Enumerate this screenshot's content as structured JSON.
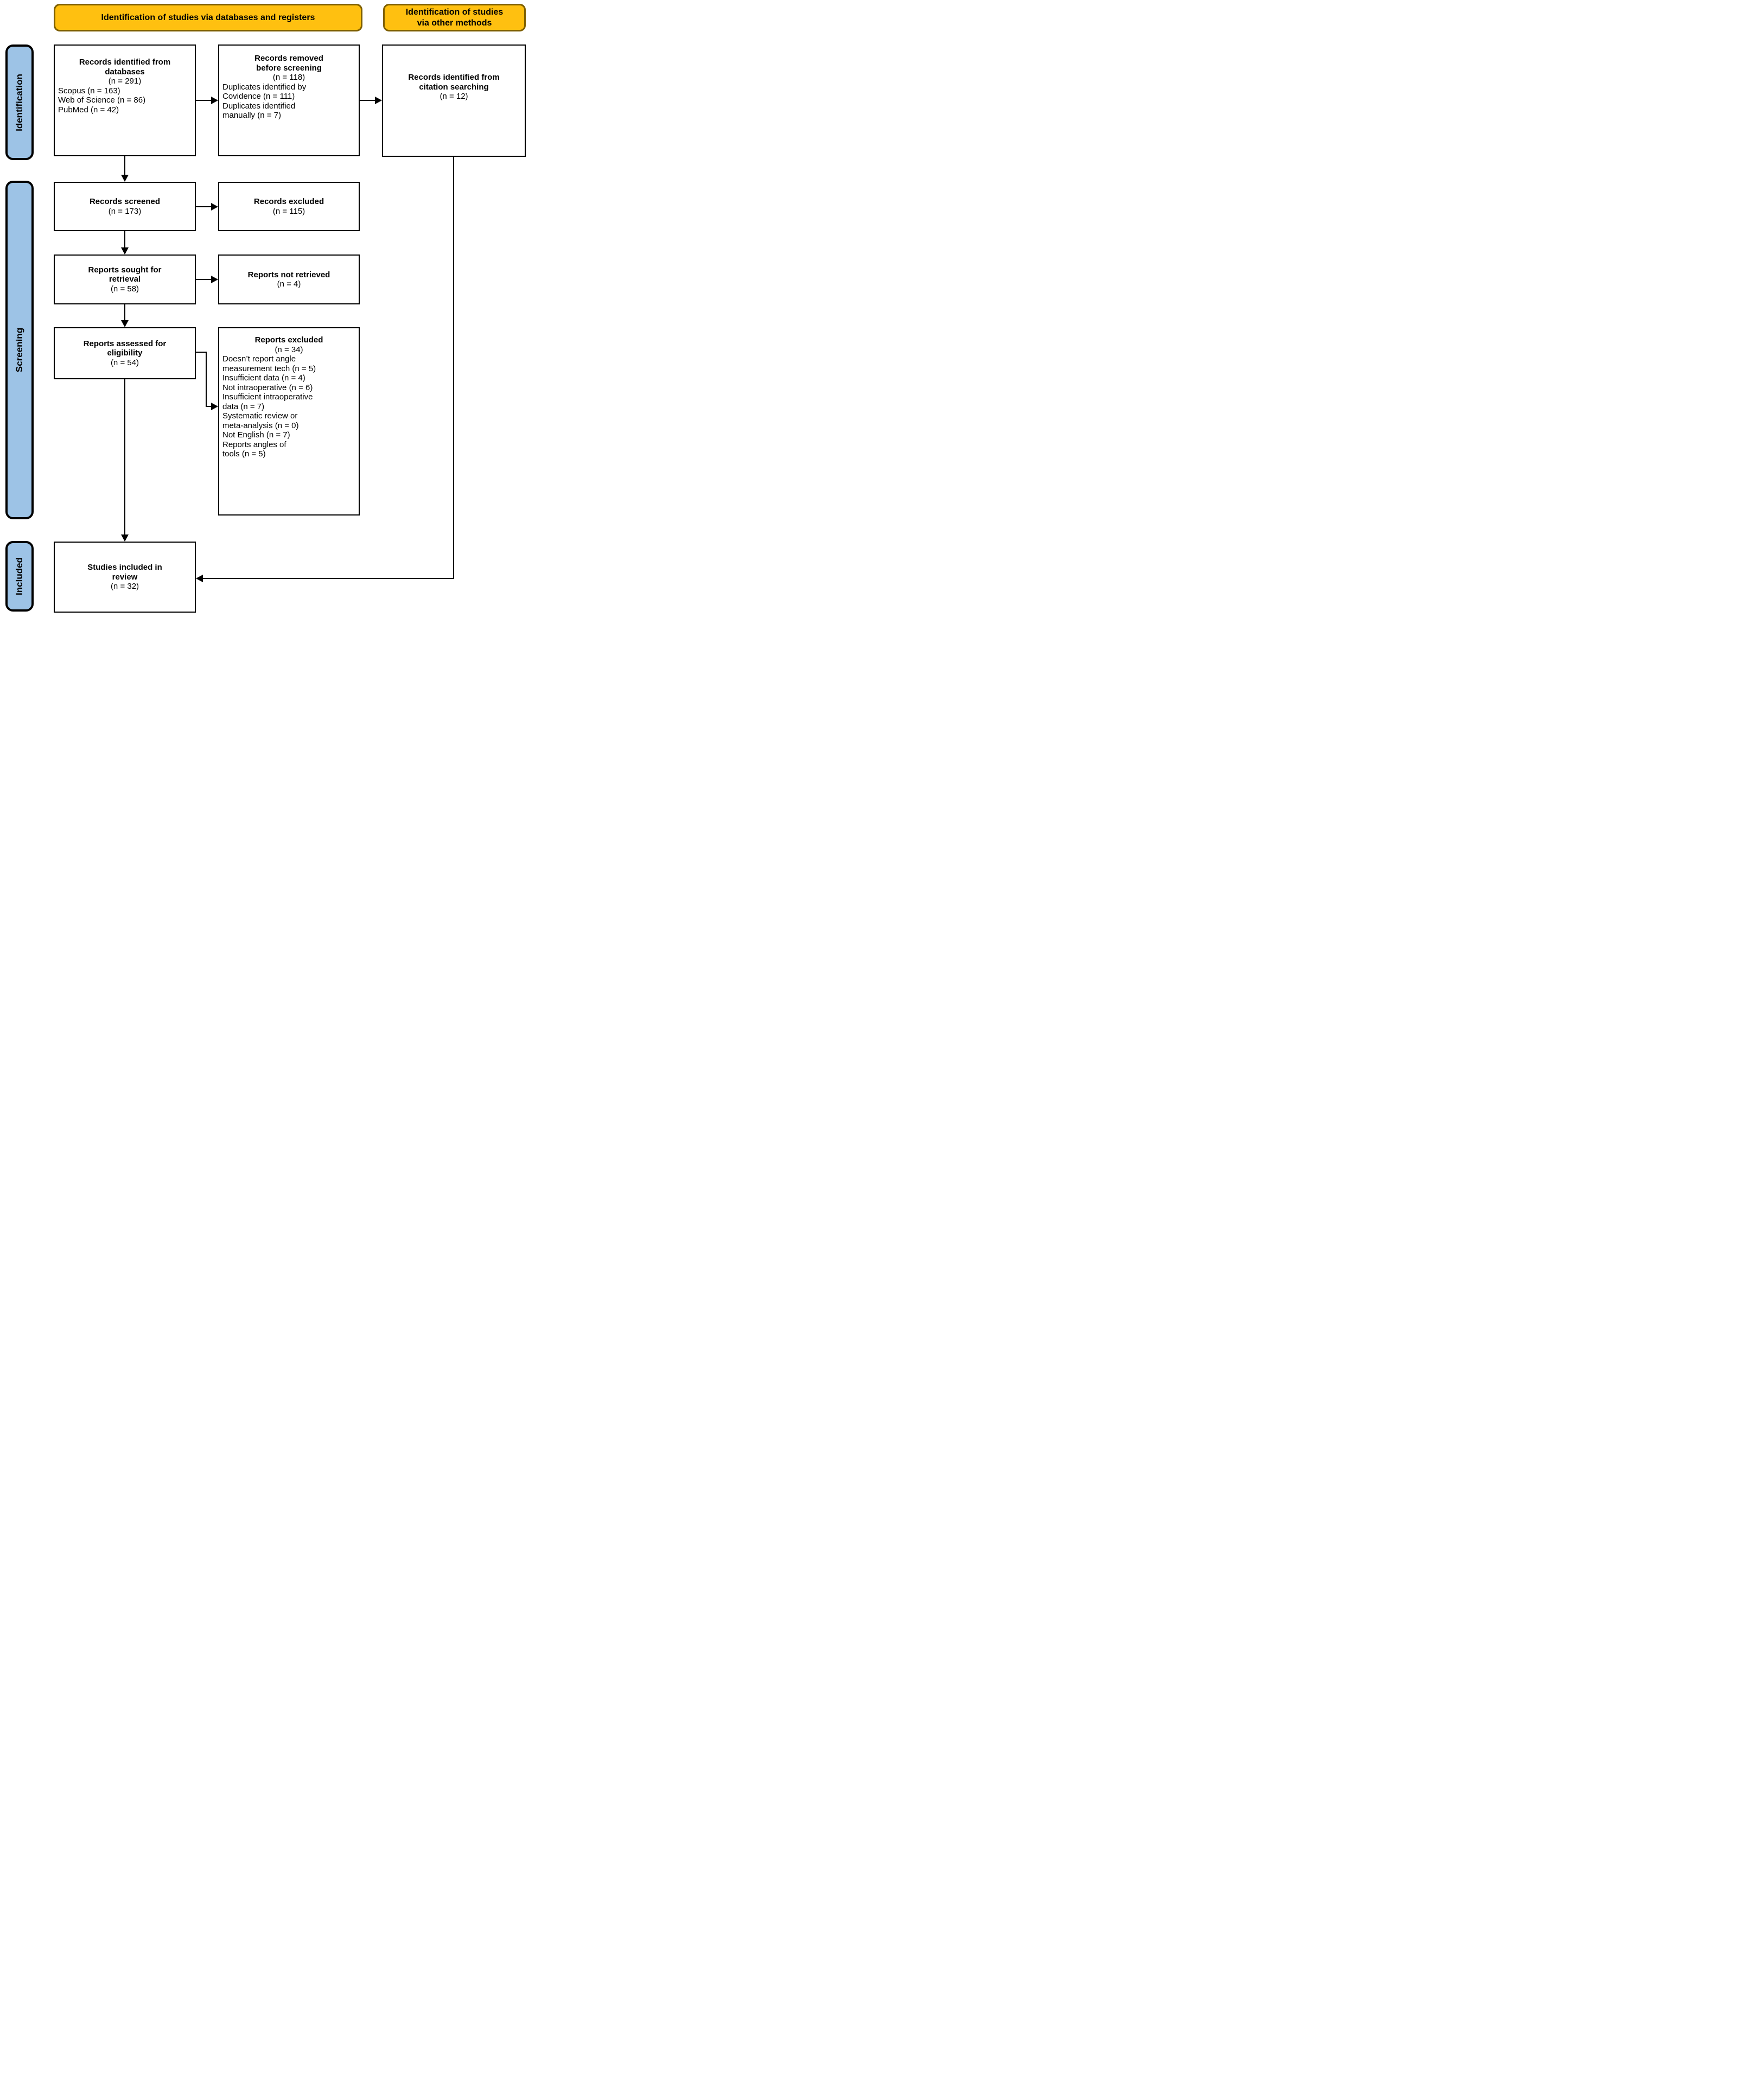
{
  "headers": {
    "primary": "Identification of studies via databases and registers",
    "secondary_lines": [
      "Identification of studies",
      "via other methods"
    ]
  },
  "sidebar": {
    "identification": "Identification",
    "screening": "Screening",
    "included": "Included"
  },
  "boxes": {
    "records_identified": {
      "title_lines": [
        "Records identified from",
        "databases"
      ],
      "count": "(n = 291)",
      "detail_lines": [
        "Scopus (n = 163)",
        "Web of Science (n = 86)",
        "PubMed (n = 42)"
      ]
    },
    "records_removed": {
      "title_lines": [
        "Records removed",
        "before screening"
      ],
      "count": "(n = 118)",
      "detail_lines": [
        "Duplicates identified by",
        "Covidence (n = 111)",
        "Duplicates identified",
        "manually (n = 7)"
      ]
    },
    "citation_searching": {
      "title_lines": [
        "Records identified from",
        "citation searching"
      ],
      "count": "(n = 12)"
    },
    "records_screened": {
      "title_lines": [
        "Records screened"
      ],
      "count": "(n = 173)"
    },
    "records_excluded": {
      "title_lines": [
        "Records excluded"
      ],
      "count": "(n = 115)"
    },
    "reports_sought": {
      "title_lines": [
        "Reports sought for",
        "retrieval"
      ],
      "count": "(n = 58)"
    },
    "reports_not_retrieved": {
      "title_lines": [
        "Reports not retrieved"
      ],
      "count": "(n = 4)"
    },
    "reports_assessed": {
      "title_lines": [
        "Reports assessed for",
        "eligibility"
      ],
      "count": "(n = 54)"
    },
    "reports_excluded": {
      "title_lines": [
        "Reports excluded"
      ],
      "count": "(n = 34)",
      "detail_lines": [
        "Doesn’t report angle",
        "measurement tech (n = 5)",
        "Insufficient data (n = 4)",
        "Not intraoperative (n = 6)",
        "Insufficient intraoperative",
        "data (n = 7)",
        "Systematic review or",
        "meta-analysis (n = 0)",
        "Not English (n = 7)",
        "Reports angles of",
        "tools (n = 5)"
      ]
    },
    "studies_included": {
      "title_lines": [
        "Studies included in",
        "review"
      ],
      "count": "(n = 32)"
    }
  },
  "colors": {
    "header_fill": "#FFC010",
    "header_border": "#7F6000",
    "sidebar_fill": "#9DC3E6",
    "box_border": "#000000",
    "line_color": "#000000",
    "background": "#FFFFFF"
  }
}
